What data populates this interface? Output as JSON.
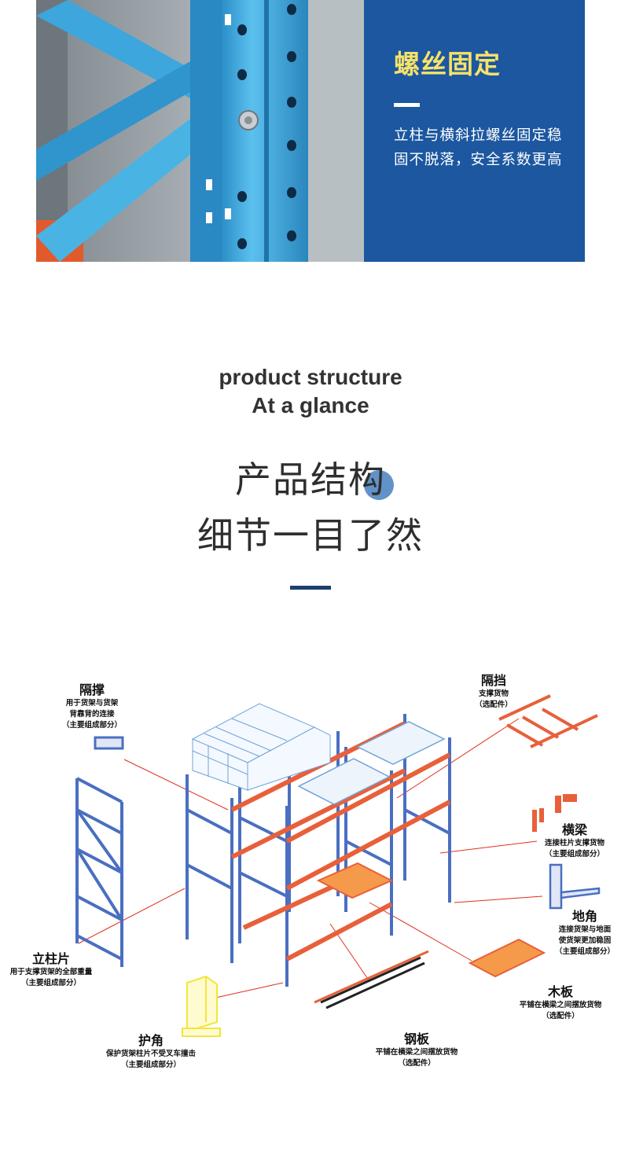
{
  "banner": {
    "title": "螺丝固定",
    "description": "立柱与横斜拉螺丝固定稳固不脱落，安全系数更高"
  },
  "heading": {
    "en_line1": "product structure",
    "en_line2": "At a glance",
    "cn_line1": "产品结构",
    "cn_line2": "细节一目了然"
  },
  "parts": {
    "gecheng": {
      "title": "隔撑",
      "d1": "用于货架与货架",
      "d2": "背靠背的连接",
      "d3": "（主要组成部分）"
    },
    "gedang": {
      "title": "隔挡",
      "d1": "支撑货物",
      "d2": "（选配件）"
    },
    "hengliang": {
      "title": "横梁",
      "d1": "连接柱片支撑货物",
      "d2": "（主要组成部分）"
    },
    "dijiao": {
      "title": "地角",
      "d1": "连接货架与地面",
      "d2": "使货架更加稳固",
      "d3": "（主要组成部分）"
    },
    "muban": {
      "title": "木板",
      "d1": "平铺在横梁之间摆放货物",
      "d2": "（选配件）"
    },
    "gangban": {
      "title": "钢板",
      "d1": "平铺在横梁之间摆放货物",
      "d2": "（选配件）"
    },
    "hujiao": {
      "title": "护角",
      "d1": "保护货架柱片不受叉车撞击",
      "d2": "（主要组成部分）"
    },
    "lizhupian": {
      "title": "立柱片",
      "d1": "用于支撑货架的全部重量",
      "d2": "（主要组成部分）"
    }
  },
  "colors": {
    "panel_blue": "#1c57a0",
    "title_yellow": "#f7e267",
    "rack_blue": "#4a6fc1",
    "beam_orange": "#e8603a",
    "leader_red": "#e0301e",
    "guard_yellow": "#f2e63a"
  }
}
